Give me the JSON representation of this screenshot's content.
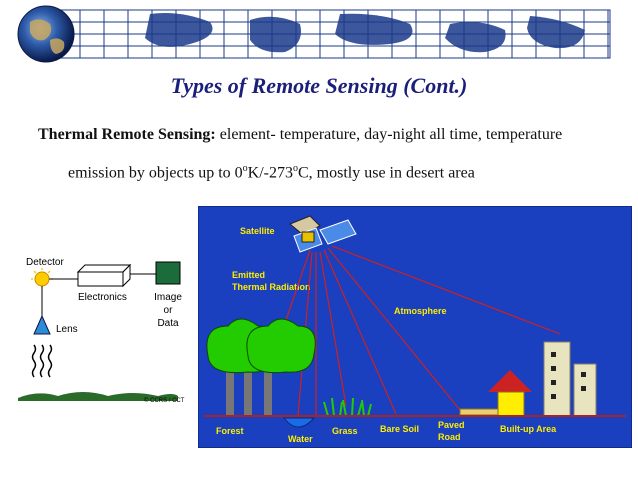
{
  "slide": {
    "title": "Types of Remote Sensing (Cont.)",
    "label": "Thermal Remote Sensing:",
    "line1": " element- temperature, day-night all time, temperature",
    "line2_a": "emission by objects up to 0",
    "sup1": "o",
    "line2_b": "K/-273",
    "sup2": "o",
    "line2_c": "C, mostly use in desert area"
  },
  "left_diagram": {
    "detector": "Detector",
    "electronics": "Electronics",
    "image1": "Image",
    "image2": "or",
    "image3": "Data",
    "lens": "Lens",
    "credit": "© CCRS / CCT"
  },
  "main_diagram": {
    "satellite": "Satellite",
    "emitted1": "Emitted",
    "emitted2": "Thermal Radiation",
    "atmosphere": "Atmosphere",
    "forest": "Forest",
    "water": "Water",
    "grass": "Grass",
    "bare_soil": "Bare Soil",
    "paved1": "Paved",
    "paved2": "Road",
    "builtup": "Built-up Area"
  },
  "colors": {
    "title": "#1b1f7a",
    "diagram_bg": "#1a3fbf",
    "label_yellow": "#ffee00",
    "radiation": "#cc2222",
    "ground": "#aa2222"
  }
}
